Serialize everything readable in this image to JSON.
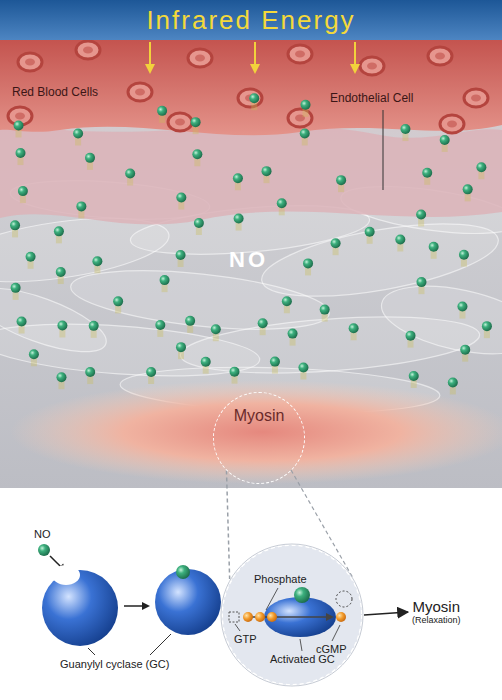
{
  "diagram": {
    "title": "Infrared Energy",
    "nodes": [
      {
        "text": [
          "Myosin"
        ]
      },
      {
        "text": [
          "Phosphate",
          "GTP",
          "Activated GC",
          "cGMP"
        ]
      },
      {
        "text": [
          "Myosin",
          "(Relaxation)"
        ]
      }
    ],
    "edges": [
      {
        "from": 0,
        "to": 1,
        "arrow": "none"
      },
      {
        "from": 1,
        "to": 2,
        "arrow": "to"
      }
    ],
    "labels": [
      "Red Blood Cells",
      "Endothelial Cell",
      "NO",
      "NO",
      "Guanylyl cyclase (GC)"
    ]
  }
}
